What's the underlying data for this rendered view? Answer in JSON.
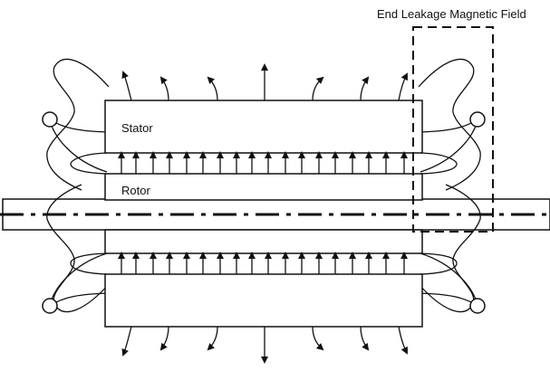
{
  "labels": {
    "callout": "End Leakage Magnetic Field",
    "stator": "Stator",
    "rotor": "Rotor"
  },
  "colors": {
    "line": "#111111",
    "background": "#ffffff"
  }
}
